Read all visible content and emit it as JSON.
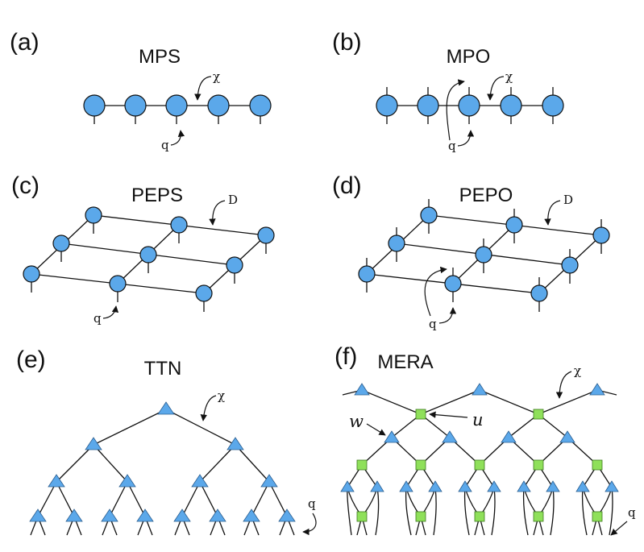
{
  "colors": {
    "tensor_fill": "#5ba8ea",
    "disentangler_fill": "#8fe05a",
    "line": "#111111"
  },
  "panels": [
    {
      "label": "(a)",
      "title": "MPS",
      "annotations": {
        "bond": "χ",
        "physical": "q"
      }
    },
    {
      "label": "(b)",
      "title": "MPO",
      "annotations": {
        "bond": "χ",
        "physical": "q"
      }
    },
    {
      "label": "(c)",
      "title": "PEPS",
      "annotations": {
        "bond": "D",
        "physical": "q"
      }
    },
    {
      "label": "(d)",
      "title": "PEPO",
      "annotations": {
        "bond": "D",
        "physical": "q"
      }
    },
    {
      "label": "(e)",
      "title": "TTN",
      "annotations": {
        "bond": "χ",
        "physical": "q"
      }
    },
    {
      "label": "(f)",
      "title": "MERA",
      "annotations": {
        "bond": "χ",
        "physical": "q",
        "isometry": "w",
        "disentangler": "u"
      }
    }
  ]
}
